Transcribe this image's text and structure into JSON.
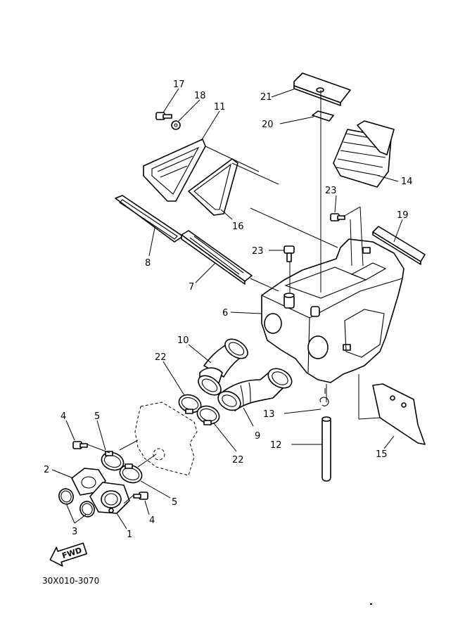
{
  "diagram_code": "30X010-3070",
  "fwd_label": "FWD",
  "callouts": [
    "17",
    "18",
    "11",
    "21",
    "20",
    "14",
    "23",
    "19",
    "16",
    "8",
    "7",
    "23",
    "6",
    "10",
    "22",
    "9",
    "13",
    "12",
    "15",
    "22",
    "4",
    "5",
    "2",
    "5",
    "3",
    "4",
    "1"
  ]
}
